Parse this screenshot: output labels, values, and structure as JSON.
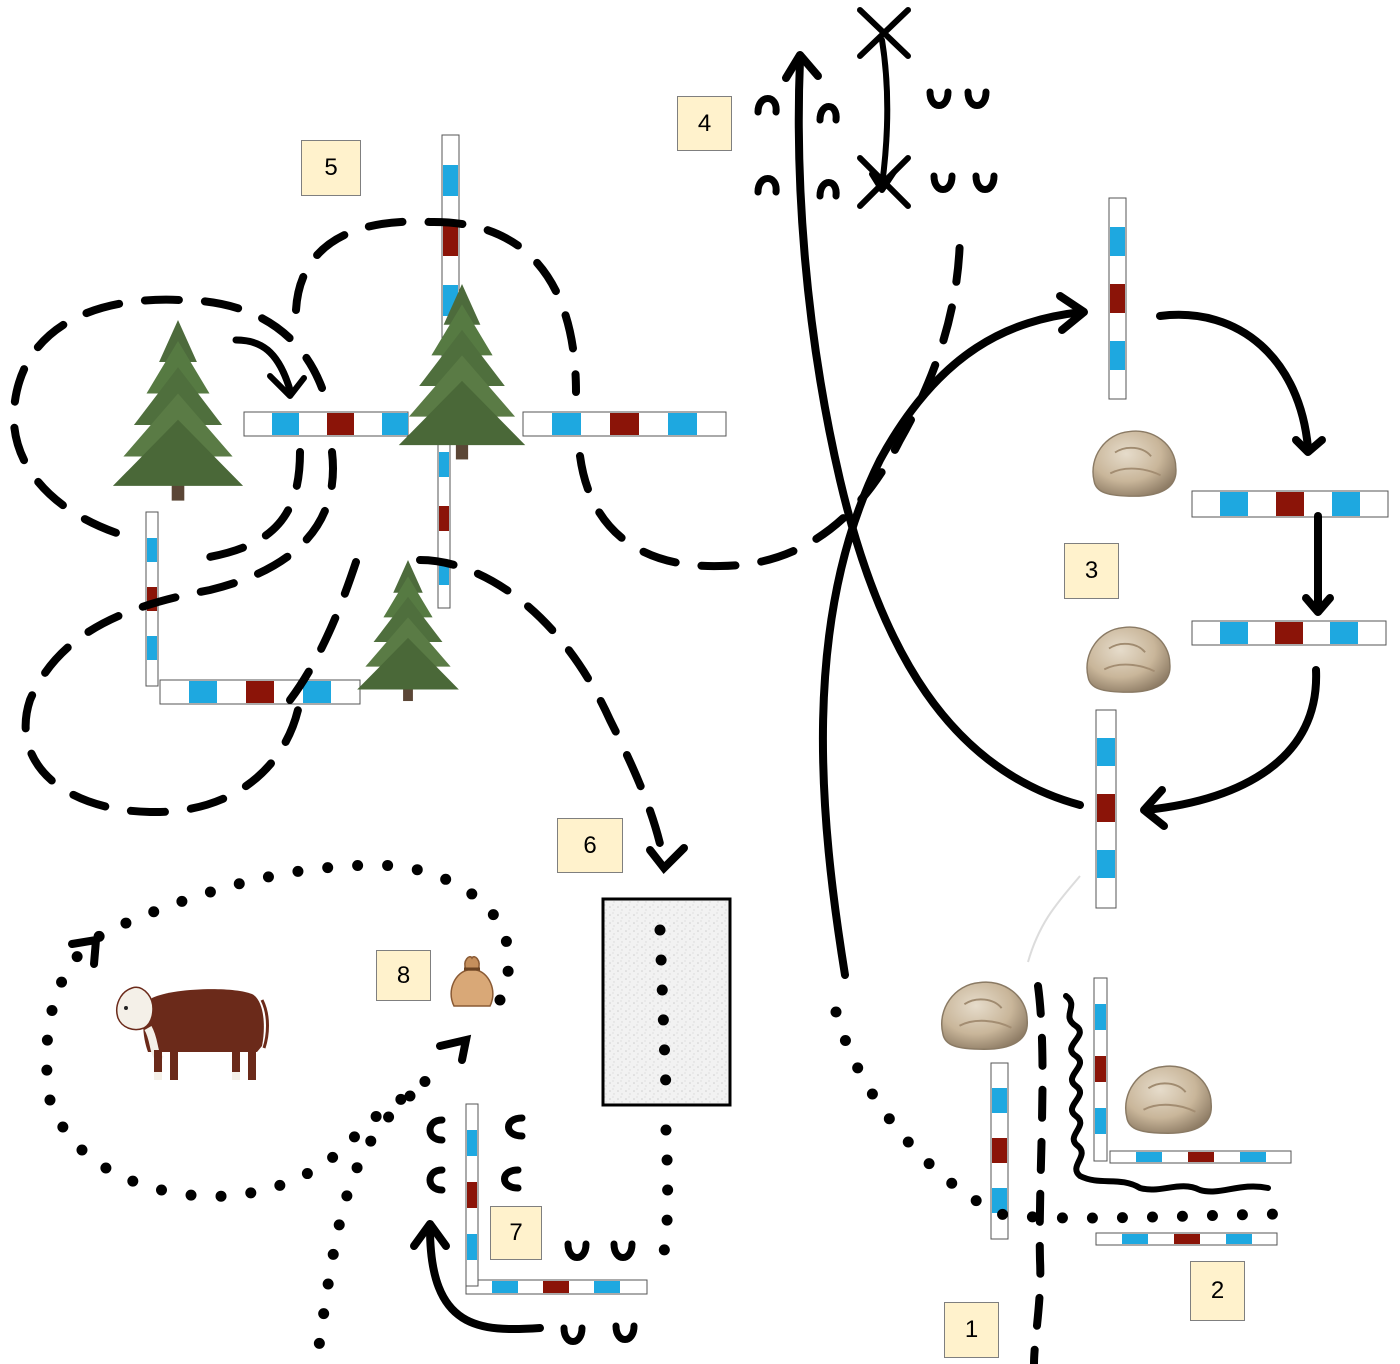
{
  "course": {
    "station_labels": [
      "1",
      "2",
      "3",
      "4",
      "5",
      "6",
      "7",
      "8"
    ]
  },
  "colors": {
    "label_fill": "#fff2cc",
    "pole_blue": "#1ea8e0",
    "pole_red": "#8b1408",
    "path_ink": "#000000",
    "water_fill": "#f0f0f0"
  },
  "icons": {
    "tree": "tree-icon",
    "rock": "rock-icon",
    "cow": "cow-icon",
    "sack": "sack-icon",
    "start_x": "x-mark-icon"
  }
}
